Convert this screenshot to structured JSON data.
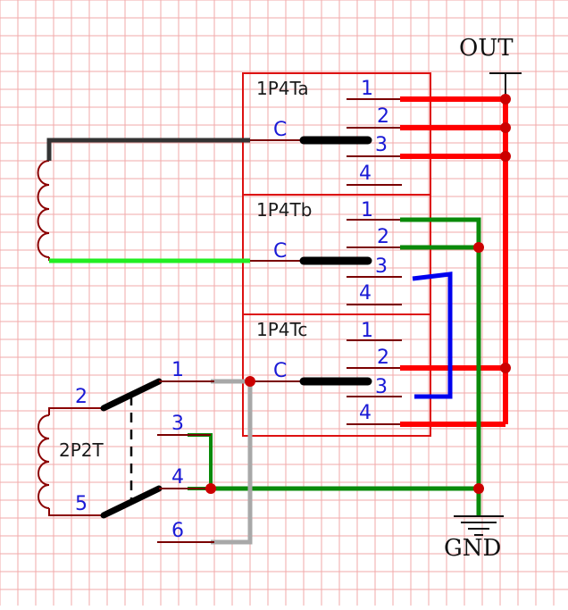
{
  "switches": {
    "sw_a": {
      "name": "1P4Ta",
      "common_label": "C",
      "pins": [
        "1",
        "2",
        "3",
        "4"
      ]
    },
    "sw_b": {
      "name": "1P4Tb",
      "common_label": "C",
      "pins": [
        "1",
        "2",
        "3",
        "4"
      ]
    },
    "sw_c": {
      "name": "1P4Tc",
      "common_label": "C",
      "pins": [
        "1",
        "2",
        "3",
        "4"
      ]
    },
    "sw_2p2t": {
      "name": "2P2T",
      "pins": [
        "1",
        "2",
        "3",
        "4",
        "5",
        "6"
      ]
    }
  },
  "ports": {
    "out": "OUT",
    "gnd": "GND"
  },
  "colors": {
    "grid": "#f2aaaa",
    "box": "#dd1111",
    "pin_line": "#7a0000",
    "coil": "#8b0000",
    "wire_red": "#ff0000",
    "wire_green": "#0a8a0a",
    "wire_lime": "#22ee22",
    "wire_blue": "#0000ee",
    "wire_gray": "#a8a8a8",
    "wire_dark": "#333333",
    "junction": "#cc0000",
    "text_blue": "#1a1ad6"
  }
}
